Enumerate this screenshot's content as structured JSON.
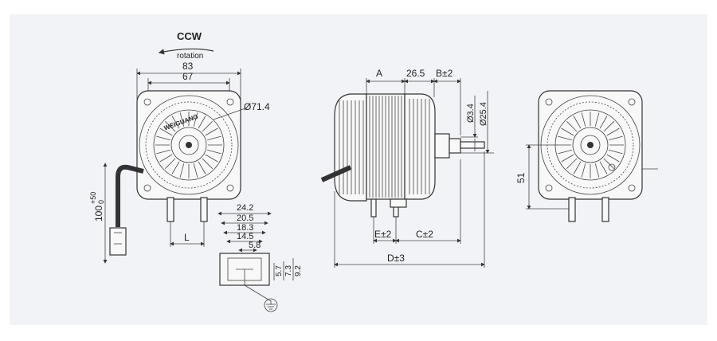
{
  "front_view": {
    "direction_label": "CCW",
    "rotation_label": "rotation",
    "dim_width_outer": "83",
    "dim_width_inner": "67",
    "dim_diameter": "Ø71.4",
    "brand": "WEIGUANG",
    "dim_terminal_spacing": "L",
    "dim_cable_length": "100",
    "dim_cable_tol_upper": "+50",
    "dim_cable_tol_lower": "0"
  },
  "terminal_detail": {
    "dims": [
      "24.2",
      "20.5",
      "18.3",
      "14.5",
      "5.8"
    ],
    "heights": [
      "5.7",
      "7.3",
      "9.2"
    ],
    "ground_icon": "ground-icon"
  },
  "side_view": {
    "dim_a": "A",
    "dim_mid": "26.5",
    "dim_b": "B±2",
    "dim_shaft_small": "Ø3.4",
    "dim_shaft_large": "Ø25.4",
    "dim_e": "E±2",
    "dim_c": "C±2",
    "dim_d": "D±3"
  },
  "rear_view": {
    "dim_height": "51"
  },
  "colors": {
    "panel": "#f2f3f6",
    "line": "#333333"
  }
}
